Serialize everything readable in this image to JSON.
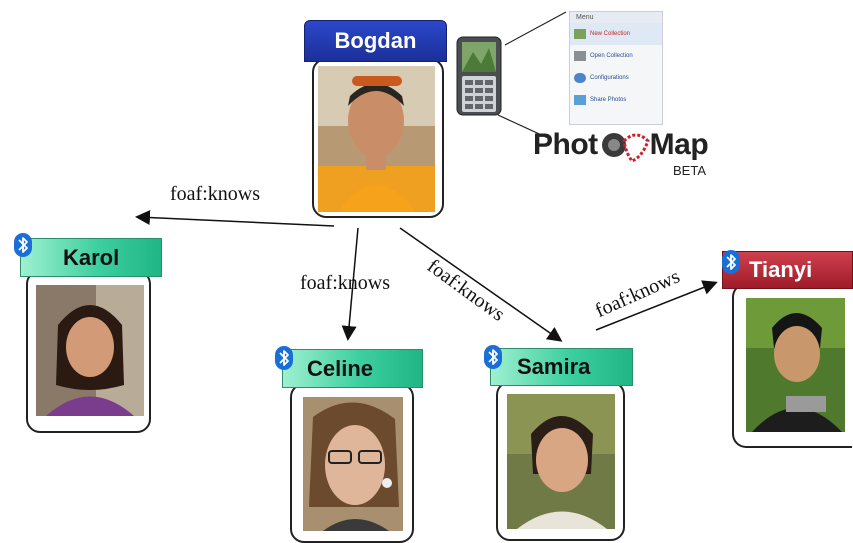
{
  "people": {
    "bogdan": {
      "name": "Bogdan"
    },
    "karol": {
      "name": "Karol"
    },
    "celine": {
      "name": "Celine"
    },
    "samira": {
      "name": "Samira"
    },
    "tianyi": {
      "name": "Tianyi"
    }
  },
  "edges": [
    {
      "label": "foaf:knows"
    },
    {
      "label": "foaf:knows"
    },
    {
      "label": "foaf:knows"
    },
    {
      "label": "foaf:knows"
    }
  ],
  "app": {
    "logo_left": "Phot",
    "logo_right": "Map",
    "badge": "BETA",
    "menu_title": "Menu",
    "menu_items": [
      "New Collection",
      "Open Collection",
      "Configurations",
      "Share Photos"
    ]
  },
  "colors": {
    "green_bar": "#3dcf9f",
    "blue_bar": "#1c2f9a",
    "red_bar": "#9e1c2a",
    "bluetooth": "#1a6fd6"
  },
  "icons": {
    "bluetooth": "bluetooth-icon",
    "phone": "mobile-phone-icon"
  }
}
